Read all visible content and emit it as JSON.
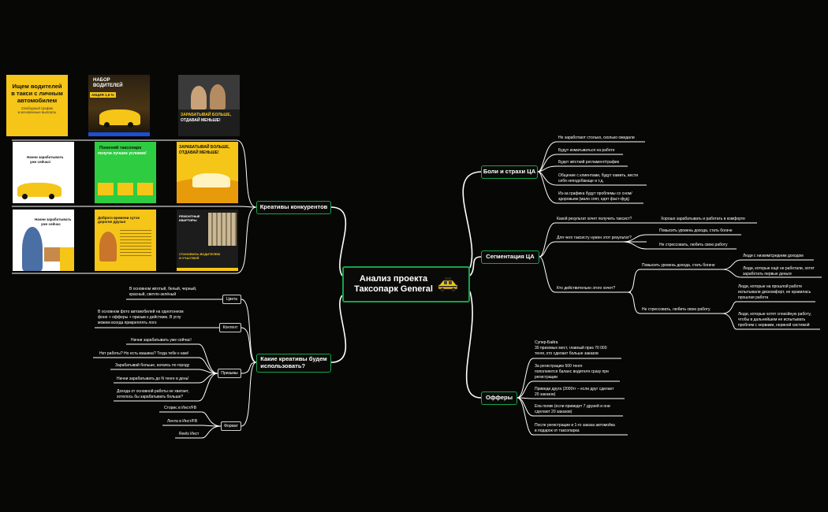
{
  "mindmap": {
    "root": "Анализ проекта\nТаксопарк General",
    "branches": {
      "pain": {
        "label": "Боли и страхи ЦА",
        "items": [
          "Не заработают столько, сколько ожидали",
          "Будут изматываться на работе",
          "Будет жёсткий регламент/график",
          "Общение с клиентами, будут хамить, вести\nсебя неподобающе и т.д.",
          "Из-за графика будут проблемы со сном/\nздоровьем (мало спят, едят фаст-фуд)"
        ]
      },
      "segment": {
        "label": "Сегментация ЦА",
        "q1": "Какой результат хочет получить таксист?",
        "q1a": "Хорошо зарабатывать и работать в комфорте",
        "q2": "Для чего таксисту нужен этот результат?",
        "q2a1": "Повысить уровень дохода, стать богаче",
        "q2a2": "Не стрессовать, любить свою работу",
        "q3": "Кто действительно этого хочет?",
        "q3a1": "Повысить уровень дохода, стать богаче",
        "q3a1i1": "Люди с низким/средним доходом",
        "q3a1i2": "Люди, которые ещё не работали, хотят\nзаработать первые деньги",
        "q3a2": "Не стрессовать, любить свою работу",
        "q3a2i1": "Люди, которые на прошлой работе\nиспытывали дискомфорт, не нравилась\nпрошлая работа",
        "q3a2i2": "Люди, которые хотят спокойную работу,\nчтобы в дальнейшем не испытывать\nпроблем с нервами, нервной системой"
      },
      "offers": {
        "label": "Офферы",
        "items": [
          "Супер-Байга\n30 призовых мест, главный приз 70 000\nтенге, кто сделает больше заказов",
          "За регистрацию 500 тенге\nпополняется баланс водителя сразу при\nрегистрации",
          "Приведи друга (2000тг – если друг сделает\n20 заказов)",
          "Епа полик (если приведет 7 друзей и они\nсделают 20 заказов)",
          "После регистрации и 1-го заказа автомойка\nв подарок от таксопарка"
        ]
      },
      "competitors": {
        "label": "Креативы конкурентов"
      },
      "creatives": {
        "label": "Какие креативы будем\nиспользовать?",
        "colors": {
          "label": "Цвета",
          "text": "В основном жёлтый, белый, черный,\nкрасный, светло-зелёный"
        },
        "content": {
          "label": "Контент",
          "text": "В основном фото автомобилей на однотонном\nфоне + офферы + призыв к действию. В углу\nможем всегда прикреплять лого"
        },
        "calls": {
          "label": "Призывы",
          "items": [
            "Начни зарабатывать уже сейчас!",
            "Нет работы? Но есть машина? Тогда тебе к нам!",
            "Зарабатывай больше, катаясь по городу",
            "Начни зарабатывать до N тенге в день!",
            "Дохода от основной работы не хватает,\nхотелось бы зарабатывать больше?"
          ]
        },
        "format": {
          "label": "Формат",
          "items": [
            "Сторис в Инст/FB",
            "Лента в Инст/FB",
            "Reels Инст"
          ]
        }
      }
    }
  },
  "thumbnails": [
    {
      "lines": [
        "Ищем водителей",
        "в такси с личным",
        "автомобилем"
      ],
      "sub": "Свободный график\nи мгновенные выплаты",
      "bg": "#f5c518"
    },
    {
      "lines": [
        "НАБОР",
        "ВОДИТЕЛЕЙ"
      ],
      "sub": "АКЦИЯ 1,5 %",
      "bg": "#1a1408"
    },
    {
      "lines": [
        "ЗАРАБАТЫВАЙ БОЛЬШЕ,",
        "ОТДАВАЙ МЕНЬШЕ!"
      ],
      "sub": "",
      "bg": "#2a2a2a"
    },
    {
      "lines": [
        "Начни зарабатывать",
        "уже сейчас!"
      ],
      "sub": "",
      "bg": "#ffffff"
    },
    {
      "lines": [
        "Поменяй таксопарк",
        "получи лучшие условия!"
      ],
      "sub": "",
      "bg": "#2ecc40"
    },
    {
      "lines": [
        "ЗАРАБАТЫВАЙ БОЛЬШЕ,",
        "ОТДАВАЙ МЕНЬШЕ!"
      ],
      "sub": "",
      "bg": "#f5c518"
    },
    {
      "lines": [
        "Начни зарабатывать",
        "уже сейчас"
      ],
      "sub": "",
      "bg": "#ffffff"
    },
    {
      "lines": [
        "Доброго времени суток дорогие друзья"
      ],
      "sub": "",
      "bg": "#f5c518"
    },
    {
      "lines": [
        "РЕМОНТНЫЕ",
        "КВАРТИРЫ"
      ],
      "sub": "СТАНОВИСЬ ВОДИТЕЛЕМ\nИ УЧАСТВУЙ",
      "bg": "#1c1c1c"
    }
  ],
  "colors": {
    "accent": "#16a34a",
    "taxi": "#f5c518",
    "line": "#ffffff"
  }
}
